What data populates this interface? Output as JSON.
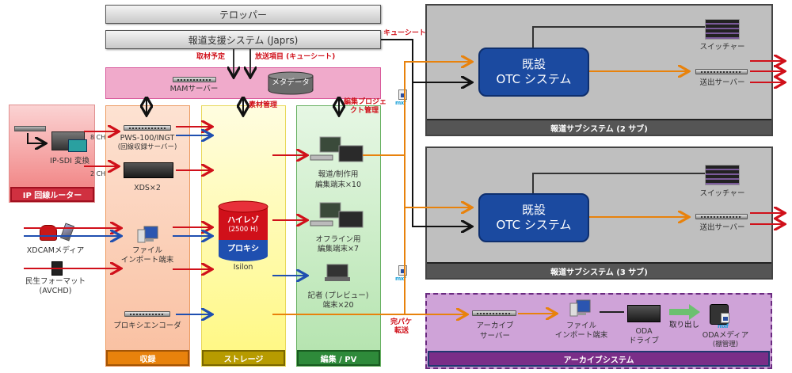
{
  "top_bars": {
    "telop": "テロッパー",
    "news_support": "報道支援システム (Japrs)"
  },
  "annotations": {
    "coverage_schedule": "取材予定",
    "broadcast_items": "放送項目 (キューシート)",
    "cue_sheet": "キューシート",
    "material_mgmt": "素材管理",
    "edit_project_mgmt_1": "編集プロジェ",
    "edit_project_mgmt_2": "クト管理",
    "complete_package_1": "完パケ",
    "complete_package_2": "転送",
    "ch8": "8 CH",
    "ch2": "2 CH",
    "take_out": "取り出し"
  },
  "mam": {
    "server_label": "MAMサーバー",
    "metadata": "メタデータ"
  },
  "ip_router": {
    "title": "IP 回線ルーター",
    "converter": "IP-SDI 変換"
  },
  "sources": {
    "xdcam": "XDCAMメディア",
    "consumer_1": "民生フォーマット",
    "consumer_2": "(AVCHD)"
  },
  "lanes": {
    "ingest": {
      "title": "収録",
      "pws_1": "PWS-100/INGT",
      "pws_2": "(回線収録サーバー)",
      "xds": "XDS×2",
      "file_import_1": "ファイル",
      "file_import_2": "インポート端末",
      "proxy_encoder": "プロキシエンコーダ"
    },
    "storage": {
      "title": "ストレージ",
      "hires_1": "ハイレゾ",
      "hires_2": "(2500 H)",
      "proxy": "プロキシ",
      "isilon": "Isilon"
    },
    "edit": {
      "title": "編集 / PV",
      "news_edit_1": "報道/制作用",
      "news_edit_2": "編集端末×10",
      "offline_1": "オフライン用",
      "offline_2": "編集端末×7",
      "reporter_1": "記者 (プレビュー)",
      "reporter_2": "端末×20"
    }
  },
  "subsystems": [
    {
      "title": "報道サブシステム (2 サブ)",
      "otc_1": "既設",
      "otc_2": "OTC システム",
      "switcher": "スイッチャー",
      "playout": "送出サーバー"
    },
    {
      "title": "報道サブシステム (3 サブ)",
      "otc_1": "既設",
      "otc_2": "OTC システム",
      "switcher": "スイッチャー",
      "playout": "送出サーバー"
    }
  ],
  "archive": {
    "title": "アーカイブシステム",
    "server_1": "アーカイブ",
    "server_2": "サーバー",
    "import_1": "ファイル",
    "import_2": "インポート端末",
    "drive_1": "ODA",
    "drive_2": "ドライブ",
    "media_1": "ODAメディア",
    "media_2": "(棚管理)"
  },
  "icons": {
    "mxf_text": "mxf"
  },
  "colors": {
    "hires_arrow": "#d0101a",
    "proxy_arrow": "#1f4fb0",
    "file_transfer": "#e8820c",
    "control": "#111111",
    "ingest_lane": "#fbd0b8",
    "storage_lane": "#fffab0",
    "edit_lane": "#c7ebc4",
    "mam_band": "#f0aacb",
    "archive_bg": "#cfa3d8"
  }
}
